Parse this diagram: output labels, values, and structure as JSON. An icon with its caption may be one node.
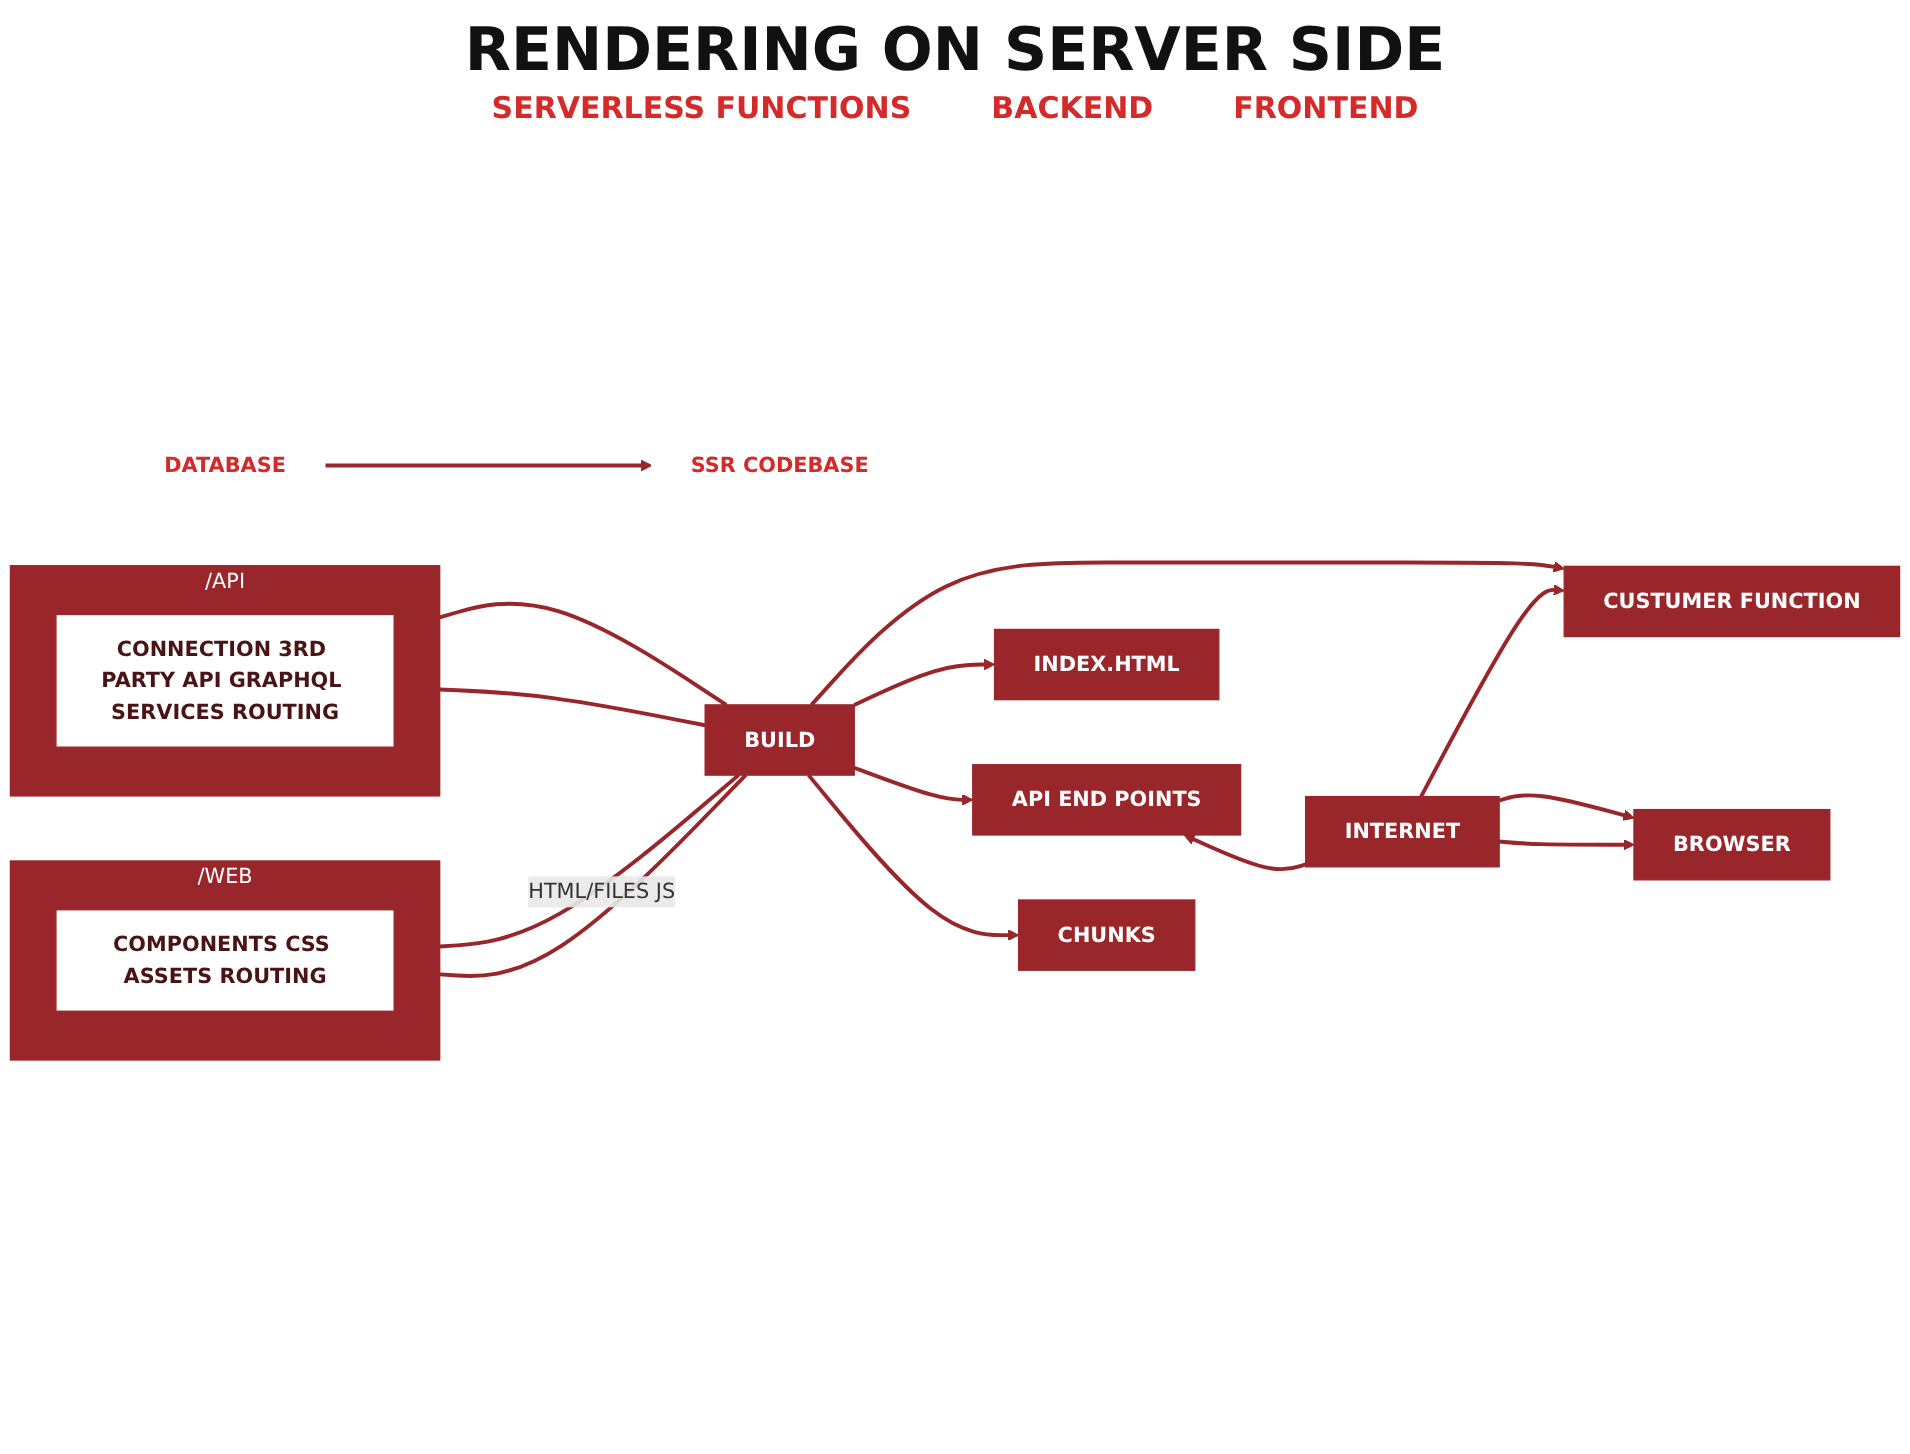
{
  "diagram": {
    "title": "RENDERING ON SERVER SIDE",
    "nodes": [
      {
        "text": [
          "DATABASE"
        ]
      },
      {
        "text": [
          "SSR CODEBASE"
        ]
      },
      {
        "text": [
          "/API"
        ]
      },
      {
        "text": [
          "CONNECTION 3RD PARTY API GRAPHQL SERVICES ROUTING"
        ],
        "in": 2
      },
      {
        "text": [
          "/WEB"
        ]
      },
      {
        "text": [
          "COMPONENTS CSS ASSETS ROUTING"
        ],
        "in": 4
      },
      {
        "text": [
          "BUILD"
        ]
      },
      {
        "text": [
          "API  END POINTS"
        ]
      },
      {
        "text": [
          "CUSTUMER FUNCTION"
        ]
      },
      {
        "text": [
          "INDEX.HTML"
        ]
      },
      {
        "text": [
          "CHUNKS"
        ]
      },
      {
        "text": [
          "INTERNET"
        ]
      },
      {
        "text": [
          "BROWSER"
        ]
      }
    ],
    "edges": [
      {
        "from": 0,
        "to": 1,
        "arrow": "to"
      },
      {
        "from": 2,
        "to": 6,
        "arrow": "none"
      },
      {
        "from": 2,
        "to": 6,
        "arrow": "none"
      },
      {
        "from": 4,
        "to": 6,
        "arrow": "none",
        "label": "HTML/FILES JS"
      },
      {
        "from": 4,
        "to": 6,
        "arrow": "none"
      },
      {
        "from": 6,
        "to": 7,
        "arrow": "to"
      },
      {
        "from": 6,
        "to": 8,
        "arrow": "to"
      },
      {
        "from": 6,
        "to": 9,
        "arrow": "to"
      },
      {
        "from": 6,
        "to": 10,
        "arrow": "to"
      },
      {
        "from": 11,
        "to": 7,
        "arrow": "to"
      },
      {
        "from": 11,
        "to": 8,
        "arrow": "to"
      },
      {
        "from": 11,
        "to": 12,
        "arrow": "to"
      },
      {
        "from": 11,
        "to": 12,
        "arrow": "to"
      }
    ],
    "labels": [
      "SERVERLESS FUNCTIONS",
      "BACKEND",
      "FRONTEND"
    ]
  }
}
